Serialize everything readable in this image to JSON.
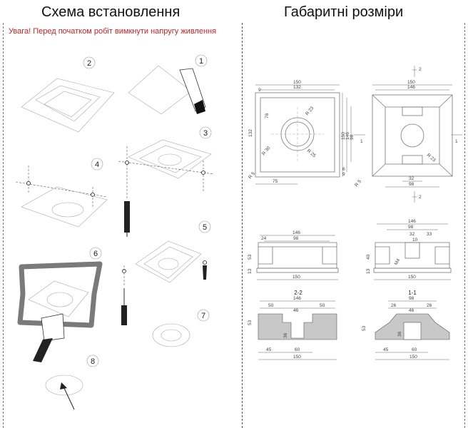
{
  "headers": {
    "left_title": "Схема встановлення",
    "right_title": "Габаритні розміри"
  },
  "warning": "Увага! Перед початком робіт вимкнути напругу живлення",
  "steps": [
    "1",
    "2",
    "3",
    "4",
    "5",
    "6",
    "7",
    "8"
  ],
  "views": {
    "section_a": "2-2",
    "section_b": "1-1"
  },
  "cut_marks": [
    "2",
    "2",
    "1",
    "1"
  ],
  "dims": {
    "top_left": [
      "150",
      "132",
      "9",
      "76",
      "R 23",
      "132",
      "150",
      "146",
      "98",
      "R 30",
      "R 25",
      "R 5",
      "6",
      "75",
      "9"
    ],
    "top_right": [
      "150",
      "146",
      "R 23",
      "R 5",
      "32",
      "98"
    ],
    "mid_left": [
      "146",
      "24",
      "98",
      "53",
      "150",
      "13"
    ],
    "mid_right": [
      "146",
      "98",
      "32",
      "33",
      "10",
      "40",
      "M4",
      "13",
      "150"
    ],
    "bot_left": [
      "146",
      "50",
      "46",
      "50",
      "53",
      "36",
      "45",
      "60",
      "150"
    ],
    "bot_right": [
      "98",
      "26",
      "46",
      "26",
      "53",
      "36",
      "45",
      "60",
      "150"
    ]
  },
  "colors": {
    "warning": "#d21f1f",
    "section_fill": "#c8c8c8",
    "frame_fill": "#7a7a7a"
  }
}
